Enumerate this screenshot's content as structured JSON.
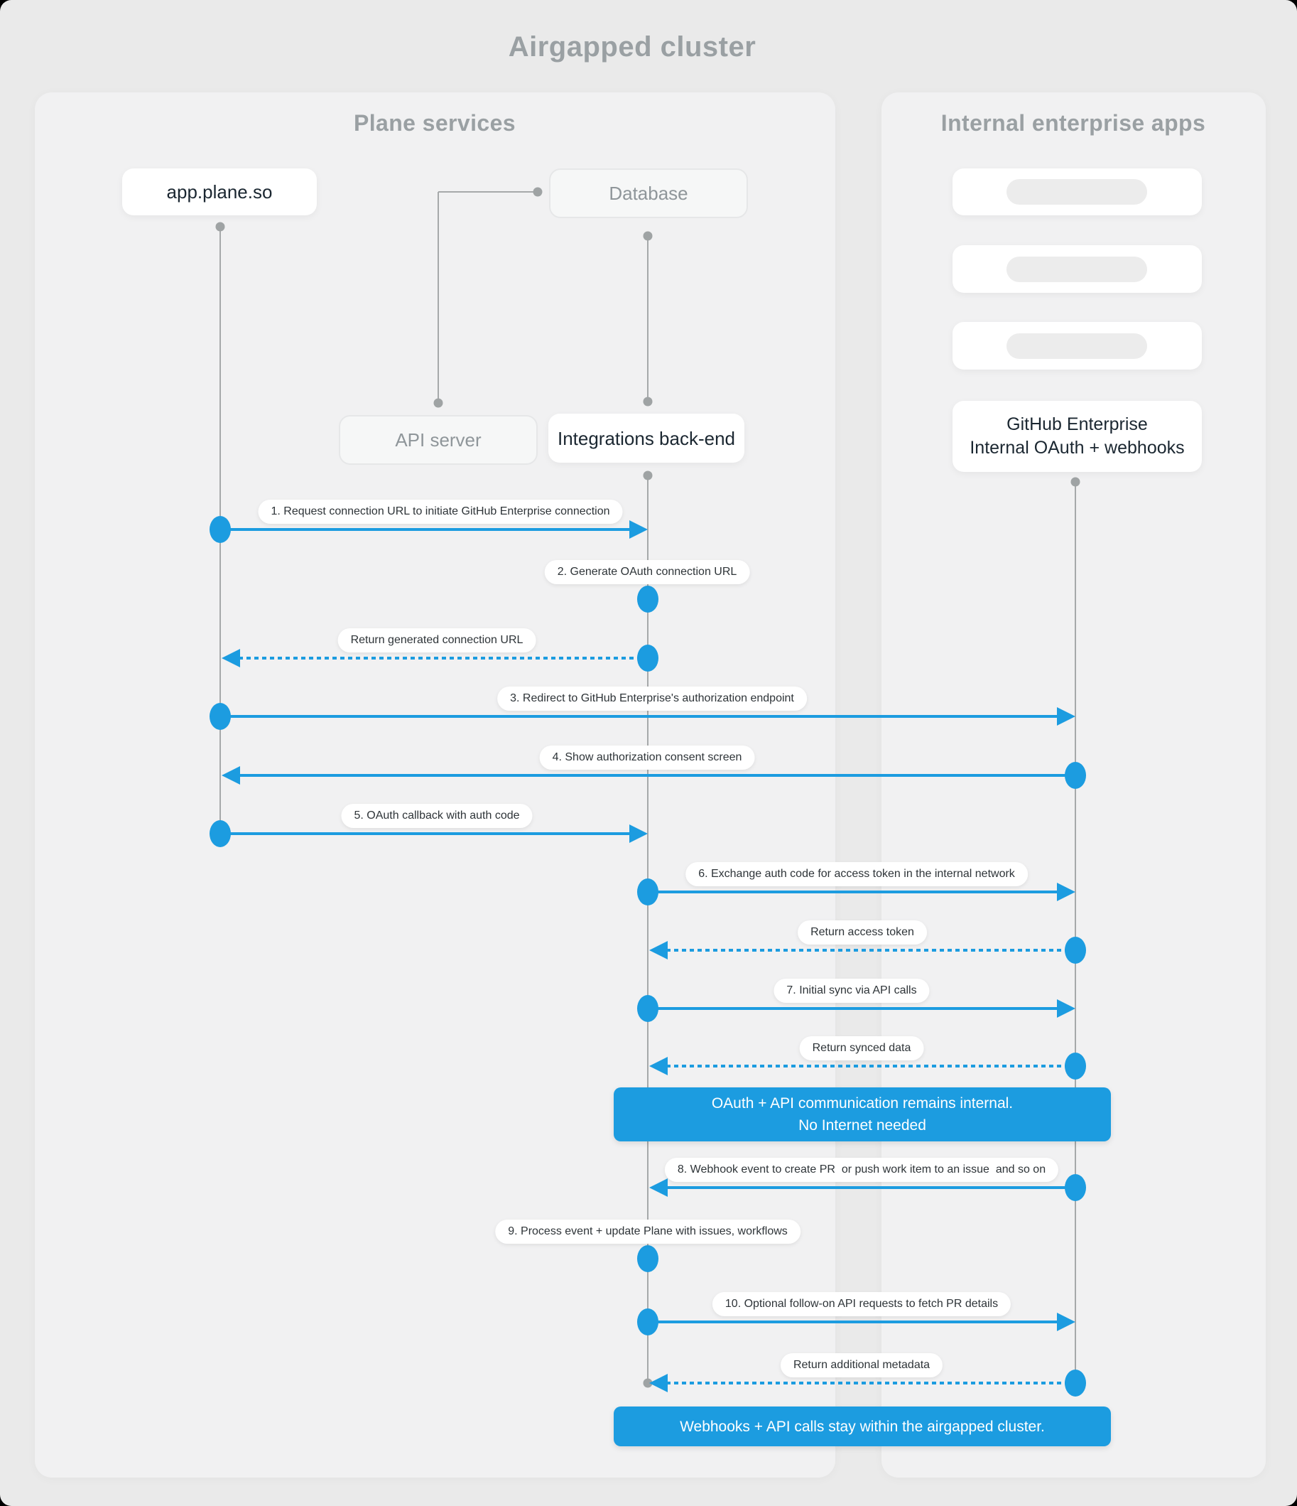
{
  "title": "Airgapped cluster",
  "colors": {
    "accent": "#1c9ce0",
    "lifeline_gray": "#a6a9aa",
    "panel_bg": "#f1f1f2",
    "page_bg": "#eaeaea"
  },
  "panels": {
    "left": {
      "title": "Plane services"
    },
    "right": {
      "title": "Internal enterprise apps"
    }
  },
  "nodes": {
    "app": {
      "label": "app.plane.so"
    },
    "database": {
      "label": "Database"
    },
    "api_server": {
      "label": "API server"
    },
    "integrations": {
      "label": "Integrations back-end"
    },
    "github": {
      "line1": "GitHub Enterprise",
      "line2": "Internal OAuth + webhooks"
    }
  },
  "placeholders": {
    "count": 3
  },
  "messages": [
    {
      "label": "1. Request connection URL to initiate GitHub Enterprise connection",
      "type": "request",
      "from": "app.plane.so",
      "to": "Integrations back-end",
      "style": "solid-right"
    },
    {
      "label": "2. Generate OAuth connection URL",
      "type": "self",
      "from": "Integrations back-end",
      "to": "Integrations back-end",
      "style": "self"
    },
    {
      "label": "Return generated connection URL",
      "type": "return",
      "from": "Integrations back-end",
      "to": "app.plane.so",
      "style": "dashed-left"
    },
    {
      "label": "3. Redirect to GitHub Enterprise's authorization endpoint",
      "type": "request",
      "from": "app.plane.so",
      "to": "GitHub Enterprise",
      "style": "solid-right"
    },
    {
      "label": "4. Show authorization consent screen",
      "type": "request",
      "from": "GitHub Enterprise",
      "to": "app.plane.so",
      "style": "solid-left"
    },
    {
      "label": "5. OAuth callback with auth code",
      "type": "request",
      "from": "app.plane.so",
      "to": "Integrations back-end",
      "style": "solid-right"
    },
    {
      "label": "6. Exchange auth code for access token in the internal network",
      "type": "request",
      "from": "Integrations back-end",
      "to": "GitHub Enterprise",
      "style": "solid-right"
    },
    {
      "label": "Return access token",
      "type": "return",
      "from": "GitHub Enterprise",
      "to": "Integrations back-end",
      "style": "dashed-left"
    },
    {
      "label": "7. Initial sync via API calls",
      "type": "request",
      "from": "Integrations back-end",
      "to": "GitHub Enterprise",
      "style": "solid-right"
    },
    {
      "label": "Return synced data",
      "type": "return",
      "from": "GitHub Enterprise",
      "to": "Integrations back-end",
      "style": "dashed-left"
    },
    {
      "label": "8. Webhook event to create PR  or push work item to an issue  and so on",
      "type": "request",
      "from": "GitHub Enterprise",
      "to": "Integrations back-end",
      "style": "solid-left"
    },
    {
      "label": "9. Process event + update Plane with issues, workflows",
      "type": "self",
      "from": "Integrations back-end",
      "to": "Integrations back-end",
      "style": "self"
    },
    {
      "label": "10. Optional follow-on API requests to fetch PR details",
      "type": "request",
      "from": "Integrations back-end",
      "to": "GitHub Enterprise",
      "style": "solid-right"
    },
    {
      "label": "Return additional metadata",
      "type": "return",
      "from": "GitHub Enterprise",
      "to": "Integrations back-end",
      "style": "dashed-left"
    }
  ],
  "banners": {
    "internal_note": {
      "line1": "OAuth + API communication remains internal.",
      "line2": "No Internet needed"
    },
    "webhook_note": {
      "line1": "Webhooks + API calls stay within the airgapped cluster."
    }
  }
}
